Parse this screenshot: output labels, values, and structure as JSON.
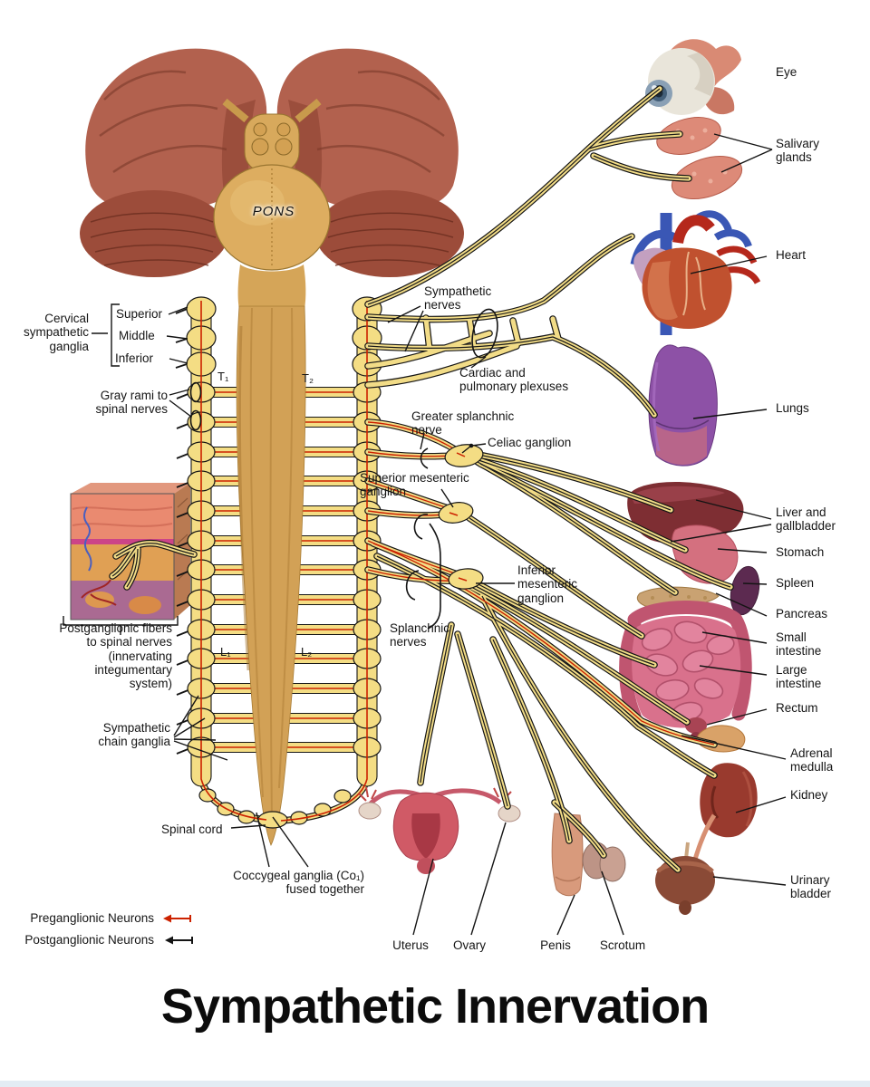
{
  "page": {
    "title": "Sympathetic Innervation"
  },
  "colors": {
    "background": "#ffffff",
    "nerve_yellow": "#f2dc87",
    "nerve_outline": "#151515",
    "preganglionic_red": "#cc2200",
    "postganglionic_black": "#111111",
    "spinal_cord_tan": "#d2a156"
  },
  "brainstem": {
    "pons": "PONS"
  },
  "spine_levels": {
    "t1": "T₁",
    "t2": "T₂",
    "l1": "L₁",
    "l2": "L₂"
  },
  "left_labels": {
    "cervical_ganglia": "Cervical\nsympathetic\nganglia",
    "superior": "Superior",
    "middle": "Middle",
    "inferior": "Inferior",
    "gray_rami": "Gray rami to\nspinal nerves",
    "postganglionic_fibers": "Postganglionic fibers\nto spinal nerves\n(innervating\nintegumentary\nsystem)",
    "chain_ganglia": "Sympathetic\nchain ganglia",
    "spinal_cord": "Spinal cord",
    "coccygeal": "Coccygeal ganglia (Co₁)\nfused together"
  },
  "center_labels": {
    "sympathetic_nerves": "Sympathetic\nnerves",
    "cardiac_plexus": "Cardiac and\npulmonary plexuses",
    "greater_splanchnic": "Greater splanchnic\nnerve",
    "celiac_ganglion": "Celiac ganglion",
    "superior_mesenteric": "Superior mesenteric\nganglion",
    "inferior_mesenteric": "Inferior\nmesenteric\nganglion",
    "splanchnic_nerves": "Splanchnic\nnerves"
  },
  "organ_labels": {
    "eye": "Eye",
    "salivary_glands": "Salivary\nglands",
    "heart": "Heart",
    "lungs": "Lungs",
    "liver": "Liver and\ngallbladder",
    "stomach": "Stomach",
    "spleen": "Spleen",
    "pancreas": "Pancreas",
    "small_intestine": "Small\nintestine",
    "large_intestine": "Large\nintestine",
    "rectum": "Rectum",
    "adrenal": "Adrenal\nmedulla",
    "kidney": "Kidney",
    "bladder": "Urinary\nbladder",
    "uterus": "Uterus",
    "ovary": "Ovary",
    "penis": "Penis",
    "scrotum": "Scrotum"
  },
  "legend": {
    "preganglionic": "Preganglionic Neurons",
    "postganglionic": "Postganglionic Neurons"
  }
}
